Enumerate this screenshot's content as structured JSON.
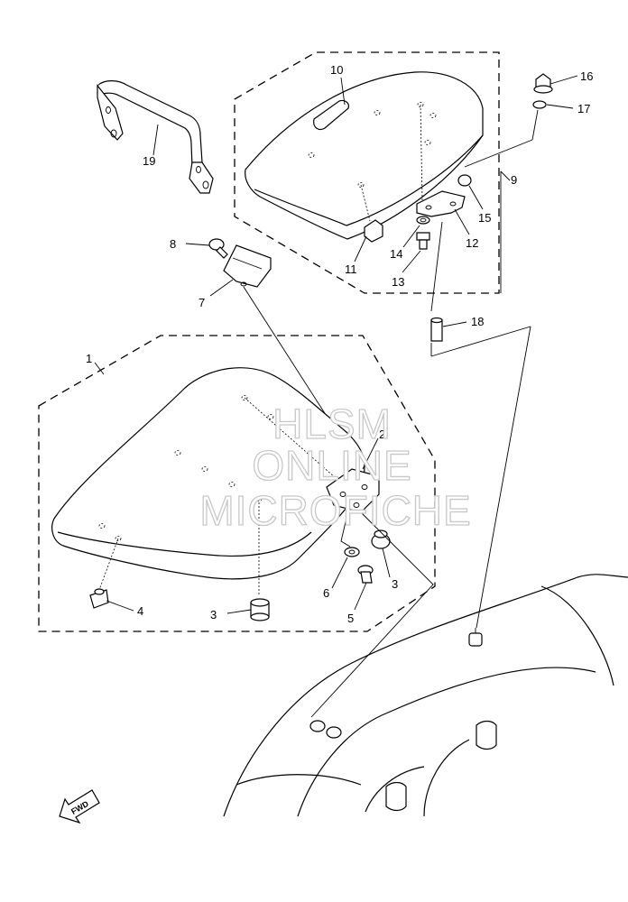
{
  "watermark": {
    "line1": "HLSM",
    "line2": "ONLINE",
    "line3": "MICROFICHE"
  },
  "fwd_label": "FWD",
  "callouts": [
    {
      "id": "1",
      "text": "1"
    },
    {
      "id": "2",
      "text": "2"
    },
    {
      "id": "3a",
      "text": "3"
    },
    {
      "id": "3b",
      "text": "3"
    },
    {
      "id": "4",
      "text": "4"
    },
    {
      "id": "5",
      "text": "5"
    },
    {
      "id": "6",
      "text": "6"
    },
    {
      "id": "7",
      "text": "7"
    },
    {
      "id": "8",
      "text": "8"
    },
    {
      "id": "9",
      "text": "9"
    },
    {
      "id": "10",
      "text": "10"
    },
    {
      "id": "11",
      "text": "11"
    },
    {
      "id": "12",
      "text": "12"
    },
    {
      "id": "13",
      "text": "13"
    },
    {
      "id": "14",
      "text": "14"
    },
    {
      "id": "15",
      "text": "15"
    },
    {
      "id": "16",
      "text": "16"
    },
    {
      "id": "17",
      "text": "17"
    },
    {
      "id": "18",
      "text": "18"
    },
    {
      "id": "19",
      "text": "19"
    }
  ]
}
